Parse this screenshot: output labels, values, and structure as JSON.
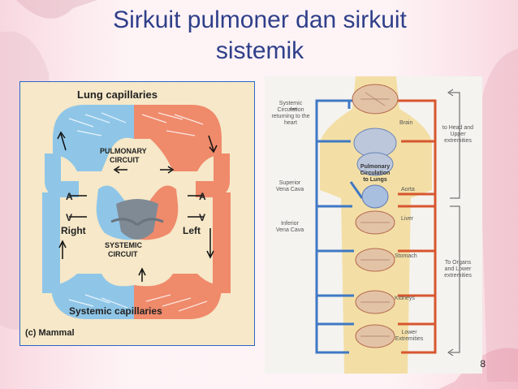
{
  "slide": {
    "title_line1": "Sirkuit pulmoner dan sirkuit",
    "title_line2": "sistemik",
    "page_number": "8"
  },
  "left_diagram": {
    "top_label": "Lung capillaries",
    "pulmonary_label_1": "PULMONARY",
    "pulmonary_label_2": "CIRCUIT",
    "a_left": "A",
    "v_left": "V",
    "right_label": "Right",
    "a_right": "A",
    "v_right": "V",
    "left_label": "Left",
    "systemic_label_1": "SYSTEMIC",
    "systemic_label_2": "CIRCUIT",
    "bottom_label": "Systemic capillaries",
    "caption": "(c) Mammal",
    "colors": {
      "oxygen_poor": "#8fc6e8",
      "oxygen_rich": "#ef8a6b",
      "background": "#f6e8c8",
      "heart": "#7f8a95"
    }
  },
  "right_diagram": {
    "systemic_return_1": "Systemic",
    "systemic_return_2": "Circulation",
    "systemic_return_3": "returning to the",
    "systemic_return_4": "heart",
    "brain": "Brain",
    "head_1": "to Head and",
    "head_2": "Upper",
    "head_3": "extremities",
    "pulmonary_1": "Pulmonary",
    "pulmonary_2": "Circulation",
    "pulmonary_3": "to Lungs",
    "superior_1": "Superior",
    "superior_2": "Vena Cava",
    "aorta": "Aorta",
    "inferior_1": "Inferior",
    "inferior_2": "Vena Cava",
    "liver": "Liver",
    "stomach": "Stomach",
    "organs_1": "To Organs",
    "organs_2": "and Lower",
    "organs_3": "extremities",
    "kidneys": "Kidneys",
    "lower_1": "Lower",
    "lower_2": "Extremities",
    "colors": {
      "vein": "#3f78c4",
      "artery": "#d7562f",
      "body": "#f3dfa6"
    }
  }
}
